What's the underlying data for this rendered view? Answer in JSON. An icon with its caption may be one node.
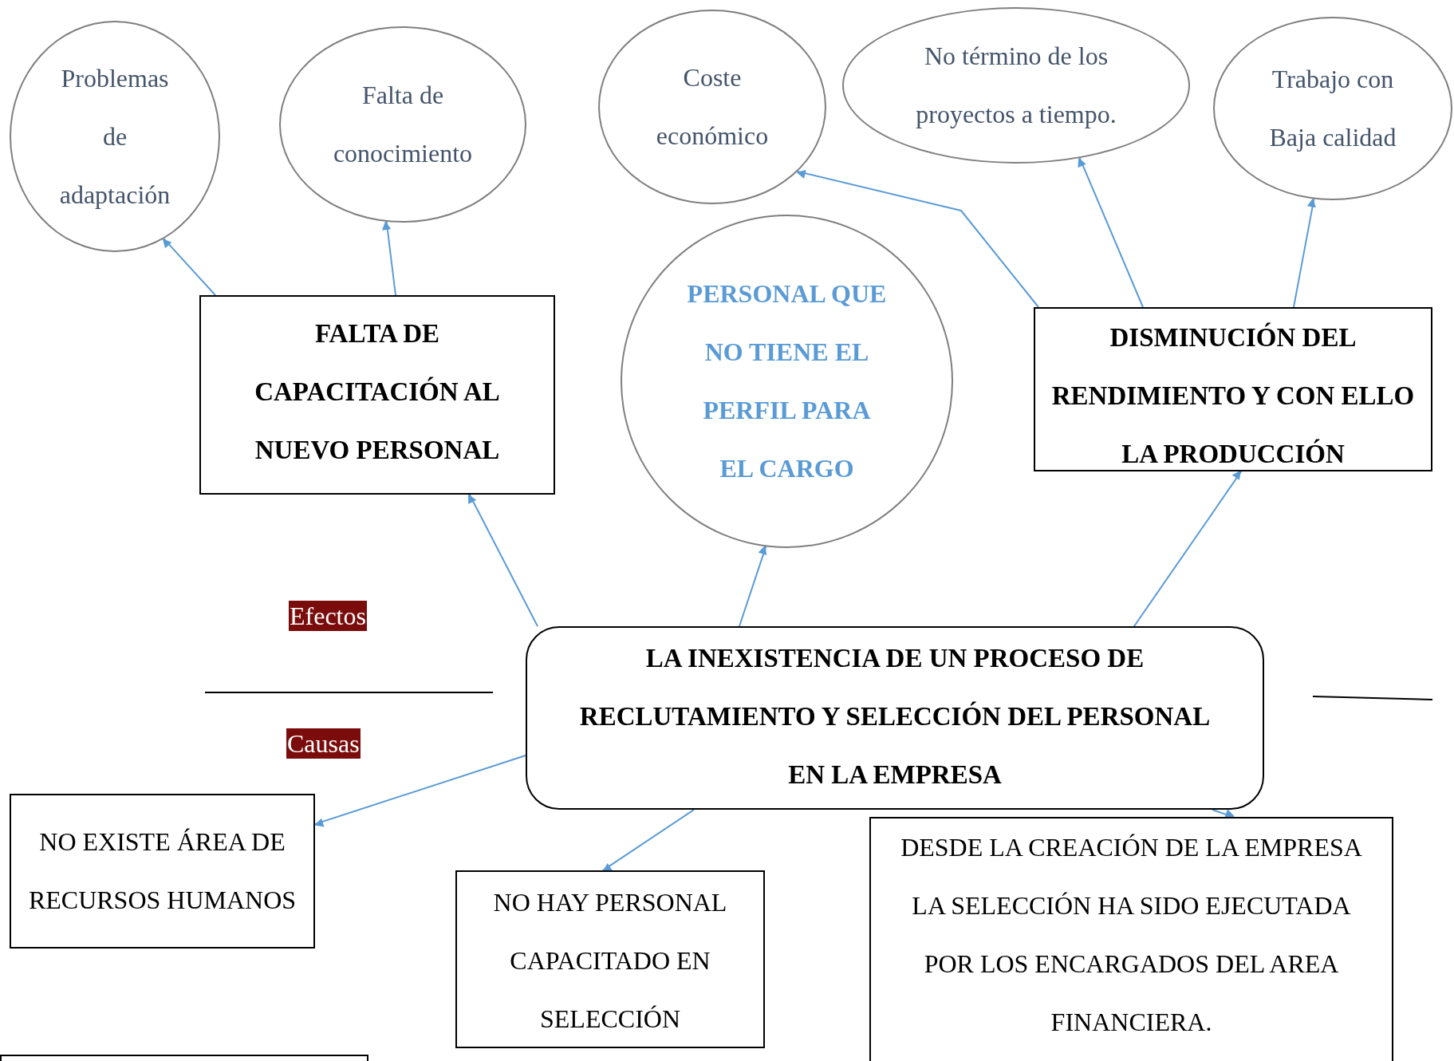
{
  "diagram": {
    "nodes": [
      {
        "text": [
          "Problemas de adaptación"
        ]
      },
      {
        "text": [
          "Falta de conocimiento"
        ]
      },
      {
        "text": [
          "Coste económico"
        ]
      },
      {
        "text": [
          "No término de los proyectos a tiempo."
        ]
      },
      {
        "text": [
          "Trabajo con Baja calidad"
        ]
      },
      {
        "text": [
          "FALTA DE CAPACITACIÓN AL NUEVO PERSONAL"
        ]
      },
      {
        "text": [
          "PERSONAL QUE NO TIENE EL PERFIL PARA EL CARGO"
        ]
      },
      {
        "text": [
          "DISMINUCIÓN DEL RENDIMIENTO Y CON ELLO LA PRODUCCIÓN"
        ]
      },
      {
        "text": [
          "LA INEXISTENCIA DE UN PROCESO DE RECLUTAMIENTO Y SELECCIÓN DEL PERSONAL EN LA EMPRESA"
        ]
      },
      {
        "text": [
          "NO EXISTE ÁREA DE RECURSOS HUMANOS"
        ]
      },
      {
        "text": [
          "NO HAY PERSONAL CAPACITADO EN SELECCIÓN"
        ]
      },
      {
        "text": [
          "DESDE LA CREACIÓN DE LA EMPRESA LA SELECCIÓN HA SIDO EJECUTADA POR LOS ENCARGADOS DEL AREA FINANCIERA."
        ]
      },
      {
        "text": [],
        "shape": "box"
      }
    ],
    "edges": [
      {
        "from": 5,
        "to": 0,
        "arrow": "to"
      },
      {
        "from": 5,
        "to": 1,
        "arrow": "to"
      },
      {
        "from": 7,
        "to": 2,
        "arrow": "to"
      },
      {
        "from": 7,
        "to": 3,
        "arrow": "to"
      },
      {
        "from": 7,
        "to": 4,
        "arrow": "to"
      },
      {
        "from": 8,
        "to": 5,
        "arrow": "to"
      },
      {
        "from": 8,
        "to": 6,
        "arrow": "to"
      },
      {
        "from": 8,
        "to": 7,
        "arrow": "to"
      },
      {
        "from": 8,
        "to": 9,
        "arrow": "to"
      },
      {
        "from": 8,
        "to": 10,
        "arrow": "to"
      },
      {
        "from": 8,
        "to": 11,
        "arrow": "to"
      }
    ],
    "labels": [
      "Efectos",
      "Causas"
    ]
  }
}
